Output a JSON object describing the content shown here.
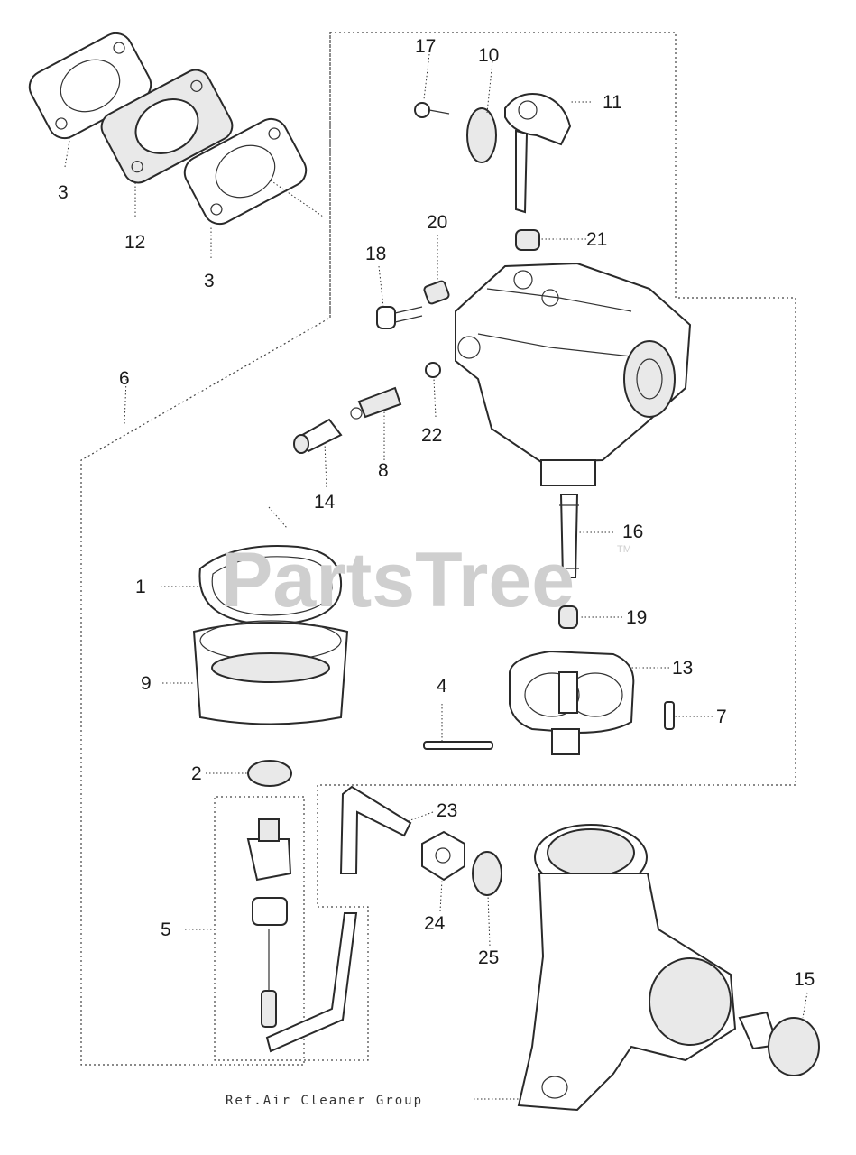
{
  "watermark": {
    "brand": "PartsTree",
    "tm": "TM"
  },
  "reference_note": "Ref.Air Cleaner Group",
  "callouts": [
    {
      "id": "c17",
      "label": "17"
    },
    {
      "id": "c10",
      "label": "10"
    },
    {
      "id": "c11",
      "label": "11"
    },
    {
      "id": "c3a",
      "label": "3"
    },
    {
      "id": "c12",
      "label": "12"
    },
    {
      "id": "c3b",
      "label": "3"
    },
    {
      "id": "c20",
      "label": "20"
    },
    {
      "id": "c21",
      "label": "21"
    },
    {
      "id": "c18",
      "label": "18"
    },
    {
      "id": "c6",
      "label": "6"
    },
    {
      "id": "c22",
      "label": "22"
    },
    {
      "id": "c8",
      "label": "8"
    },
    {
      "id": "c14",
      "label": "14"
    },
    {
      "id": "c16",
      "label": "16"
    },
    {
      "id": "c1",
      "label": "1"
    },
    {
      "id": "c19",
      "label": "19"
    },
    {
      "id": "c13",
      "label": "13"
    },
    {
      "id": "c9",
      "label": "9"
    },
    {
      "id": "c4",
      "label": "4"
    },
    {
      "id": "c7",
      "label": "7"
    },
    {
      "id": "c2",
      "label": "2"
    },
    {
      "id": "c23",
      "label": "23"
    },
    {
      "id": "c5",
      "label": "5"
    },
    {
      "id": "c24",
      "label": "24"
    },
    {
      "id": "c25",
      "label": "25"
    },
    {
      "id": "c15",
      "label": "15"
    }
  ]
}
